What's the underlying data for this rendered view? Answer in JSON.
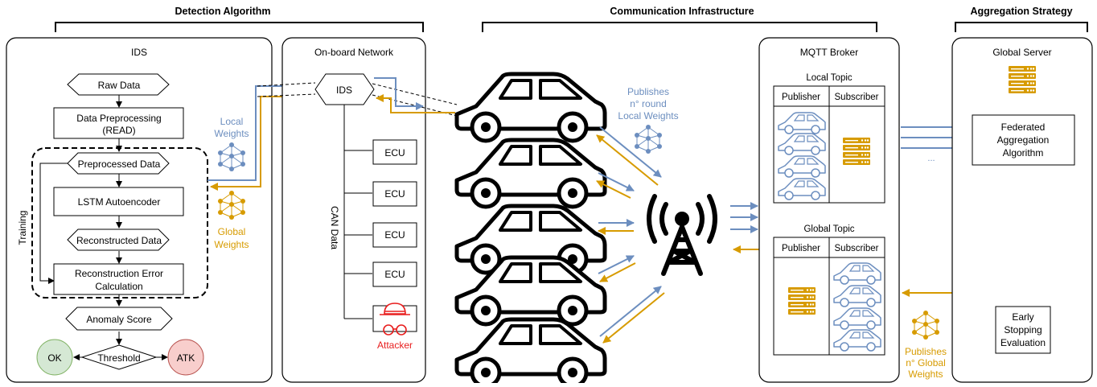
{
  "sections": {
    "detection": "Detection Algorithm",
    "communication": "Communication Infrastructure",
    "aggregation": "Aggregation Strategy"
  },
  "ids_panel": {
    "title": "IDS",
    "training_label": "Training",
    "steps": {
      "raw_data": "Raw Data",
      "preprocessing_1": "Data Preprocessing",
      "preprocessing_2": "(READ)",
      "preprocessed": "Preprocessed Data",
      "lstm": "LSTM Autoencoder",
      "reconstructed": "Reconstructed Data",
      "error_1": "Reconstruction Error",
      "error_2": "Calculation",
      "anomaly": "Anomaly Score",
      "threshold": "Threshold",
      "ok": "OK",
      "atk": "ATK"
    }
  },
  "weights": {
    "local_1": "Local",
    "local_2": "Weights",
    "global_1": "Global",
    "global_2": "Weights"
  },
  "onboard": {
    "title": "On-board Network",
    "ids": "IDS",
    "can_data": "CAN Data",
    "ecus": [
      "ECU",
      "ECU",
      "ECU",
      "ECU"
    ],
    "attacker": "Attacker"
  },
  "publishes_local": [
    "Publishes",
    "n° round",
    "Local Weights"
  ],
  "publishes_global": [
    "Publishes",
    "n° Global",
    "Weights"
  ],
  "broker": {
    "title": "MQTT Broker",
    "local_topic": "Local Topic",
    "global_topic": "Global Topic",
    "publisher": "Publisher",
    "subscriber": "Subscriber"
  },
  "server": {
    "title": "Global Server",
    "fed_1": "Federated",
    "fed_2": "Aggregation",
    "fed_3": "Algorithm",
    "early_1": "Early",
    "early_2": "Stopping",
    "early_3": "Evaluation",
    "ellipsis": "..."
  },
  "colors": {
    "local": "#6c8ebf",
    "global": "#d79b00",
    "attacker": "#e81e1e",
    "ok_fill": "#d5e8d4",
    "ok_stroke": "#82b366",
    "atk_fill": "#f8cecc",
    "atk_stroke": "#b85450"
  }
}
